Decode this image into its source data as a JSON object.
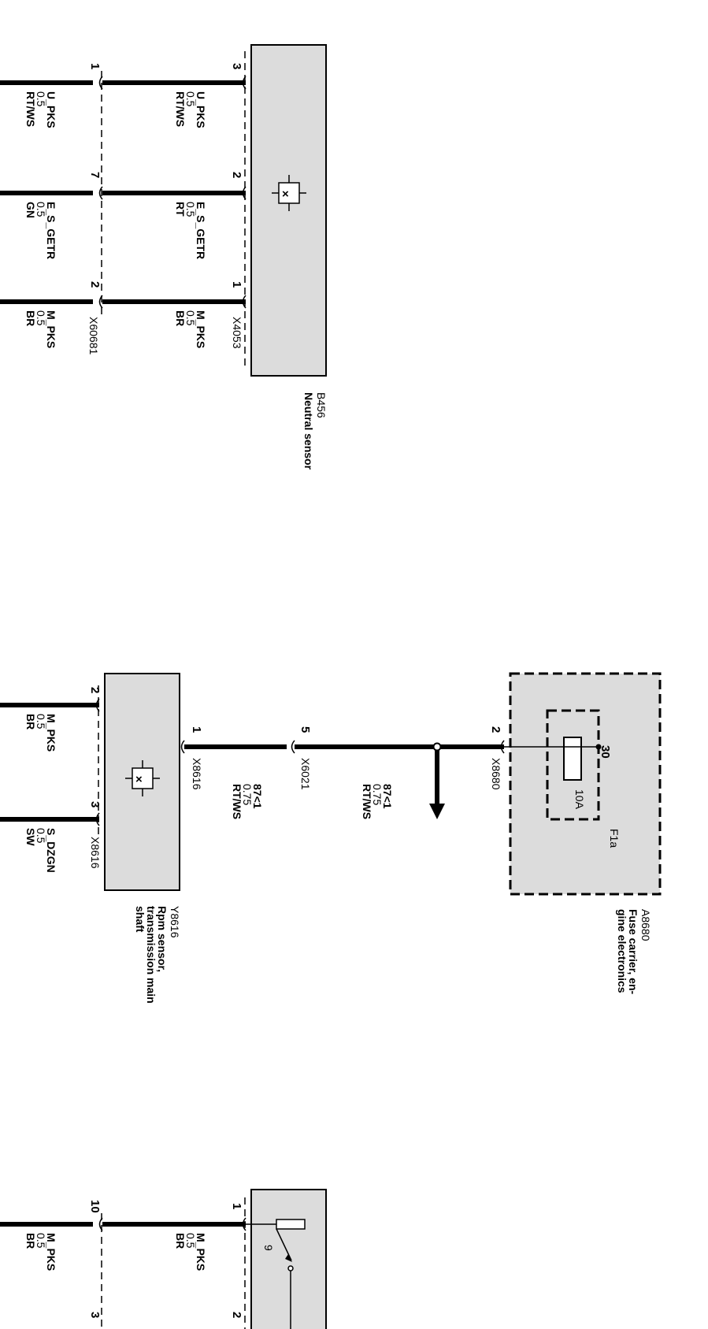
{
  "components": {
    "b456": {
      "id": "B456",
      "name": "Neutral sensor",
      "connector": "X4053"
    },
    "y8616": {
      "id": "Y8616",
      "name_line1": "Rpm sensor,",
      "name_line2": "transmission main",
      "name_line3": "shaft",
      "connector_a": "X8616",
      "connector_b": "X8616"
    },
    "a8680": {
      "id": "A8680",
      "name_line1": "Fuse carrier, en-",
      "name_line2": "gine electronics",
      "connector": "X8680",
      "fuse": "F1a",
      "fuse_rating": "10A",
      "fuse_pin": "30"
    }
  },
  "connectors": {
    "x60681": "X60681",
    "x6021": "X6021"
  },
  "pins": {
    "b456_3": "3",
    "b456_2": "2",
    "b456_1": "1",
    "x60681_1": "1",
    "x60681_7": "7",
    "x60681_2": "2",
    "y8616_1": "1",
    "y8616_2": "2",
    "y8616_3": "3",
    "x6021_5": "5",
    "a8680_2": "2",
    "bot_1": "1",
    "bot_2": "2",
    "bot_10": "10",
    "bot_3": "3"
  },
  "wires": {
    "u_pks_upper": {
      "name": "U_PKS",
      "size": "0.5",
      "color": "RT/WS"
    },
    "u_pks_lower": {
      "name": "U_PKS",
      "size": "0.5",
      "color": "RT/WS"
    },
    "e_s_getr_upper": {
      "name": "E_S_GETR",
      "size": "0.5",
      "color": "RT"
    },
    "e_s_getr_lower": {
      "name": "E_S_GETR",
      "size": "0.5",
      "color": "GN"
    },
    "m_pks_upper": {
      "name": "M_PKS",
      "size": "0.5",
      "color": "BR"
    },
    "m_pks_lower": {
      "name": "M_PKS",
      "size": "0.5",
      "color": "BR"
    },
    "w87_upper": {
      "name": "87<1",
      "size": "0.75",
      "color": "RT/WS"
    },
    "w87_lower": {
      "name": "87<1",
      "size": "0.75",
      "color": "RT/WS"
    },
    "m_pks_mid": {
      "name": "M_PKS",
      "size": "0.5",
      "color": "BR"
    },
    "s_dzgn": {
      "name": "S_DZGN",
      "size": "0.5",
      "color": "SW"
    },
    "m_pks_bot": {
      "name": "M_PKS",
      "size": "0.5",
      "color": "BR"
    }
  },
  "symbols": {
    "switch_angle": "9"
  },
  "colors": {
    "component_fill": "#dcdcdc",
    "ink": "#000000"
  }
}
